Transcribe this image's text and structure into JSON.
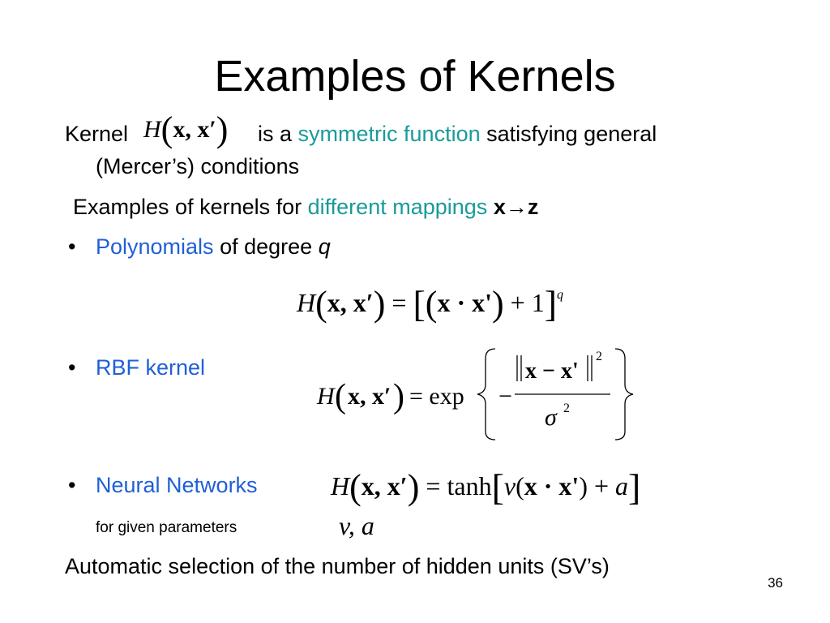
{
  "title": "Examples of Kernels",
  "line1": {
    "kernel_word": "Kernel",
    "formula_H": "H",
    "formula_args": "x, x′",
    "is_a": "is a",
    "symmetric_function": "symmetric function",
    "satisfying": "satisfying general",
    "continuation": "(Mercer’s) conditions"
  },
  "line2": {
    "text": "Examples of kernels for",
    "highlight": "different mappings",
    "mapping": "x→z"
  },
  "polynomials": {
    "bullet": "•",
    "label": "Polynomials",
    "rest": "of degree",
    "q": "q",
    "formula": {
      "lhs_H": "H",
      "lhs_args": "x, x′",
      "eq": "=",
      "inner": "x · x'",
      "plus_one": "+ 1",
      "exponent": "q"
    }
  },
  "rbf": {
    "bullet": "•",
    "label": "RBF kernel",
    "formula": {
      "lhs_H": "H",
      "lhs_args": "x, x′",
      "eq_exp": "= exp",
      "minus": "−",
      "numerator": "x − x'",
      "num_exp": "2",
      "denominator": "σ",
      "den_exp": "2"
    }
  },
  "neural": {
    "bullet": "•",
    "label": "Neural Networks",
    "formula": {
      "lhs_H": "H",
      "lhs_args": "x, x′",
      "eq_tanh": "= tanh",
      "v": "v",
      "inner": "x · x'",
      "plus": "+",
      "a": "a"
    },
    "params_text": "for given parameters",
    "params": "v, a"
  },
  "footer": "Automatic selection of the number of hidden units (SV’s)",
  "page_number": "36"
}
